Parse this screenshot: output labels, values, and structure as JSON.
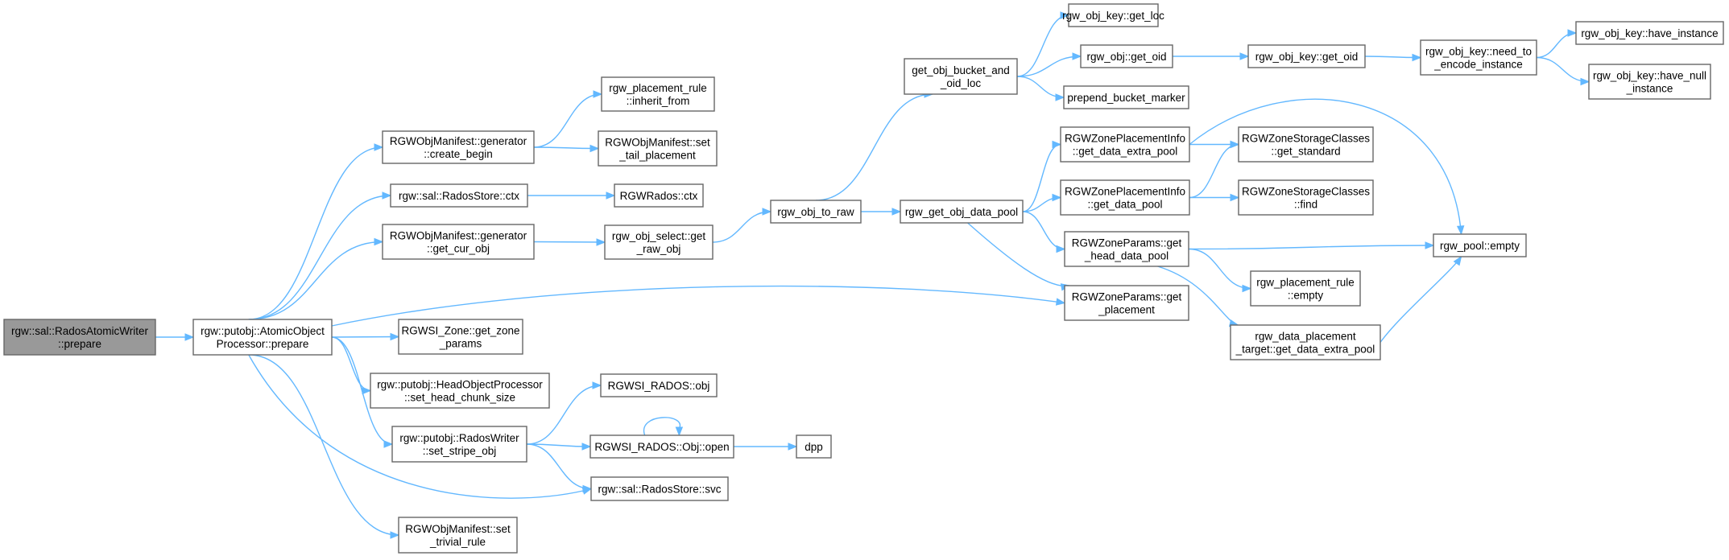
{
  "graph": {
    "colors": {
      "edge": "#63b8ff",
      "node_border": "#666666",
      "root_fill": "#999999",
      "node_fill": "#ffffff"
    },
    "nodes": [
      {
        "id": "n0",
        "lines": [
          "rgw::sal::RadosAtomicWriter",
          "::prepare"
        ],
        "root": true
      },
      {
        "id": "n1",
        "lines": [
          "rgw::putobj::AtomicObject",
          "Processor::prepare"
        ]
      },
      {
        "id": "n2",
        "lines": [
          "RGWObjManifest::generator",
          "::create_begin"
        ]
      },
      {
        "id": "n3",
        "lines": [
          "rgw::sal::RadosStore::ctx"
        ]
      },
      {
        "id": "n4",
        "lines": [
          "RGWObjManifest::generator",
          "::get_cur_obj"
        ]
      },
      {
        "id": "n5",
        "lines": [
          "RGWZoneParams::get",
          "_placement"
        ]
      },
      {
        "id": "n6",
        "lines": [
          "RGWSI_Zone::get_zone",
          "_params"
        ]
      },
      {
        "id": "n7",
        "lines": [
          "rgw::putobj::HeadObjectProcessor",
          "::set_head_chunk_size"
        ]
      },
      {
        "id": "n8",
        "lines": [
          "rgw::putobj::RadosWriter",
          "::set_stripe_obj"
        ]
      },
      {
        "id": "n9",
        "lines": [
          "rgw::sal::RadosStore::svc"
        ]
      },
      {
        "id": "n10",
        "lines": [
          "RGWObjManifest::set",
          "_trivial_rule"
        ]
      },
      {
        "id": "n11",
        "lines": [
          "rgw_placement_rule",
          "::inherit_from"
        ]
      },
      {
        "id": "n12",
        "lines": [
          "RGWObjManifest::set",
          "_tail_placement"
        ]
      },
      {
        "id": "n13",
        "lines": [
          "RGWRados::ctx"
        ]
      },
      {
        "id": "n14",
        "lines": [
          "rgw_obj_select::get",
          "_raw_obj"
        ]
      },
      {
        "id": "n15",
        "lines": [
          "rgw_obj_to_raw"
        ]
      },
      {
        "id": "n16",
        "lines": [
          "get_obj_bucket_and",
          "_oid_loc"
        ]
      },
      {
        "id": "n17",
        "lines": [
          "rgw_get_obj_data_pool"
        ]
      },
      {
        "id": "n18",
        "lines": [
          "rgw_obj_key::get_loc"
        ]
      },
      {
        "id": "n19",
        "lines": [
          "rgw_obj::get_oid"
        ]
      },
      {
        "id": "n20",
        "lines": [
          "prepend_bucket_marker"
        ]
      },
      {
        "id": "n21",
        "lines": [
          "rgw_obj_key::get_oid"
        ]
      },
      {
        "id": "n22",
        "lines": [
          "rgw_obj_key::need_to",
          "_encode_instance"
        ]
      },
      {
        "id": "n23",
        "lines": [
          "rgw_obj_key::have_instance"
        ]
      },
      {
        "id": "n24",
        "lines": [
          "rgw_obj_key::have_null",
          "_instance"
        ]
      },
      {
        "id": "n25",
        "lines": [
          "RGWZonePlacementInfo",
          "::get_data_extra_pool"
        ]
      },
      {
        "id": "n26",
        "lines": [
          "RGWZonePlacementInfo",
          "::get_data_pool"
        ]
      },
      {
        "id": "n27",
        "lines": [
          "RGWZoneParams::get",
          "_head_data_pool"
        ]
      },
      {
        "id": "n28",
        "lines": [
          "RGWZoneStorageClasses",
          "::get_standard"
        ]
      },
      {
        "id": "n29",
        "lines": [
          "RGWZoneStorageClasses",
          "::find"
        ]
      },
      {
        "id": "n30",
        "lines": [
          "rgw_pool::empty"
        ]
      },
      {
        "id": "n31",
        "lines": [
          "rgw_placement_rule",
          "::empty"
        ]
      },
      {
        "id": "n32",
        "lines": [
          "rgw_data_placement",
          "_target::get_data_extra_pool"
        ]
      },
      {
        "id": "n33",
        "lines": [
          "RGWSI_RADOS::obj"
        ]
      },
      {
        "id": "n34",
        "lines": [
          "RGWSI_RADOS::Obj::open"
        ]
      },
      {
        "id": "n35",
        "lines": [
          "dpp"
        ]
      }
    ],
    "edges": [
      [
        "n0",
        "n1"
      ],
      [
        "n1",
        "n2"
      ],
      [
        "n1",
        "n3"
      ],
      [
        "n1",
        "n4"
      ],
      [
        "n1",
        "n5"
      ],
      [
        "n1",
        "n6"
      ],
      [
        "n1",
        "n7"
      ],
      [
        "n1",
        "n8"
      ],
      [
        "n1",
        "n9"
      ],
      [
        "n1",
        "n10"
      ],
      [
        "n2",
        "n11"
      ],
      [
        "n2",
        "n12"
      ],
      [
        "n3",
        "n13"
      ],
      [
        "n4",
        "n14"
      ],
      [
        "n14",
        "n15"
      ],
      [
        "n15",
        "n16"
      ],
      [
        "n15",
        "n17"
      ],
      [
        "n16",
        "n18"
      ],
      [
        "n16",
        "n19"
      ],
      [
        "n16",
        "n20"
      ],
      [
        "n19",
        "n21"
      ],
      [
        "n21",
        "n22"
      ],
      [
        "n22",
        "n23"
      ],
      [
        "n22",
        "n24"
      ],
      [
        "n17",
        "n25"
      ],
      [
        "n17",
        "n26"
      ],
      [
        "n17",
        "n27"
      ],
      [
        "n17",
        "n5"
      ],
      [
        "n25",
        "n28"
      ],
      [
        "n25",
        "n30"
      ],
      [
        "n26",
        "n28"
      ],
      [
        "n26",
        "n29"
      ],
      [
        "n27",
        "n30"
      ],
      [
        "n27",
        "n31"
      ],
      [
        "n27",
        "n32"
      ],
      [
        "n32",
        "n30"
      ],
      [
        "n8",
        "n33"
      ],
      [
        "n8",
        "n34"
      ],
      [
        "n8",
        "n9"
      ],
      [
        "n34",
        "n34"
      ],
      [
        "n34",
        "n35"
      ]
    ]
  }
}
